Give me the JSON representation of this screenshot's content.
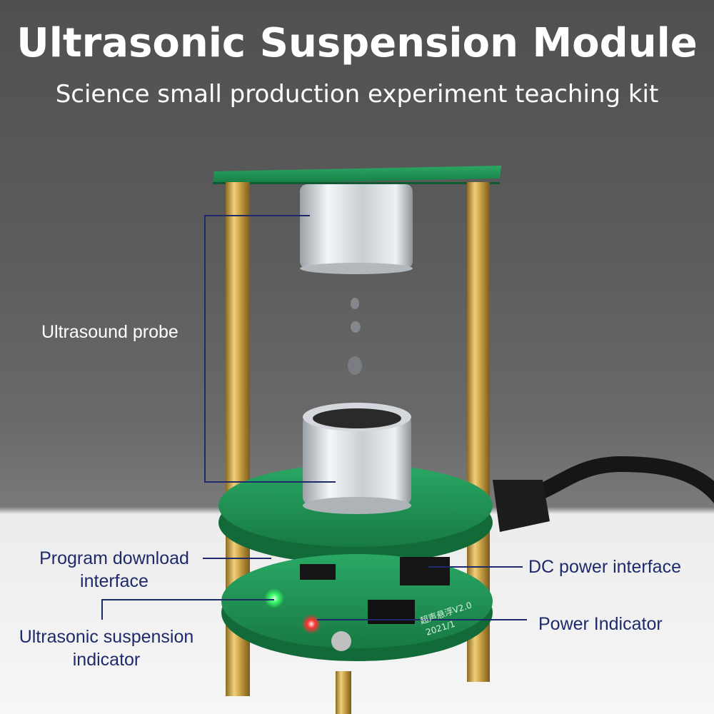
{
  "title": "Ultrasonic Suspension Module",
  "subtitle": "Science small production experiment teaching kit",
  "labels": {
    "ultrasound_probe": "Ultrasound probe",
    "program_download_line1": "Program download",
    "program_download_line2": "interface",
    "dc_power": "DC power interface",
    "power_indicator": "Power Indicator",
    "suspension_indicator_line1": "Ultrasonic suspension",
    "suspension_indicator_line2": "indicator"
  },
  "board_silkscreen": {
    "line1": "超声悬浮V2.0",
    "line2": "2021/1"
  },
  "colors": {
    "pcb_green": "#1f8f52",
    "brass": "#c9a046",
    "label_dark": "#1f2a6b",
    "led_green": "#3cff6a",
    "led_red": "#ff3030"
  }
}
